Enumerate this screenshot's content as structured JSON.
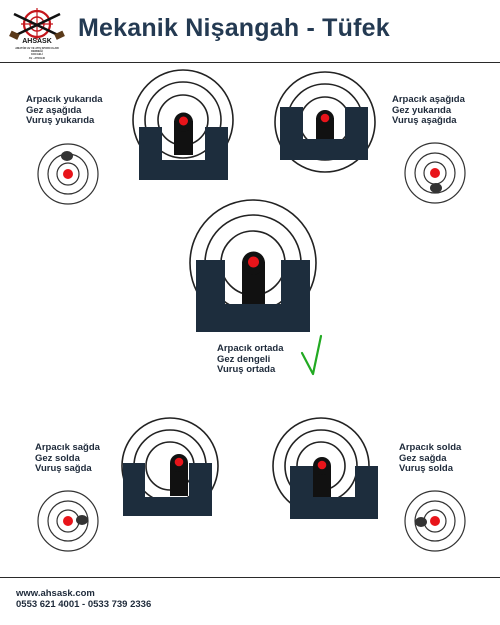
{
  "header": {
    "title": "Mekanik Nişangah - Tüfek",
    "logo_name": "AHSASK",
    "logo_lines": [
      "AMATÖR AV VE ATIŞ SPORCULARI",
      "DERNEĞİ",
      "KOCAELİ",
      "AV - ATICILIK"
    ]
  },
  "panels": [
    {
      "id": "top-left",
      "lines": [
        "Arpacık yukarıda",
        "Gez aşağıda",
        "Vuruş yukarıda"
      ]
    },
    {
      "id": "top-right",
      "lines": [
        "Arpacık aşağıda",
        "Gez yukarıda",
        "Vuruş aşağıda"
      ]
    },
    {
      "id": "center",
      "lines": [
        "Arpacık ortada",
        "Gez dengeli",
        "Vuruş ortada"
      ]
    },
    {
      "id": "bottom-left",
      "lines": [
        "Arpacık sağda",
        "Gez solda",
        "Vuruş sağda"
      ]
    },
    {
      "id": "bottom-right",
      "lines": [
        "Arpacık solda",
        "Gez sağda",
        "Vuruş solda"
      ]
    }
  ],
  "footer": {
    "website": "www.ahsask.com",
    "phones": "0553 621 4001  -  0533 739 2336"
  },
  "colors": {
    "title": "#243a52",
    "sight": "#1d2d3d",
    "post": "#111111",
    "bead": "#e8141a",
    "check": "#22aa22",
    "hit": "#333333"
  },
  "icons": [
    "rifle-logo-icon",
    "check-mark-icon"
  ]
}
